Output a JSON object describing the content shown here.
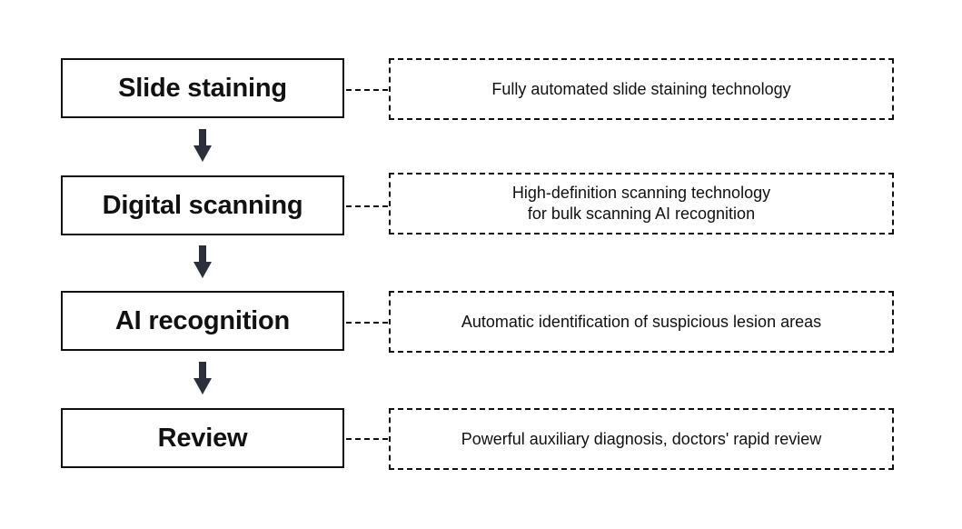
{
  "flowchart": {
    "steps": [
      {
        "label": "Slide staining",
        "description": "Fully automated slide staining technology"
      },
      {
        "label": "Digital scanning",
        "description": "High-definition scanning technology\nfor bulk scanning AI recognition"
      },
      {
        "label": "AI recognition",
        "description": "Automatic identification of suspicious lesion areas"
      },
      {
        "label": "Review",
        "description": "Powerful auxiliary diagnosis, doctors' rapid review"
      }
    ],
    "colors": {
      "stroke": "#111111",
      "arrow": "#2b2f3a"
    }
  }
}
